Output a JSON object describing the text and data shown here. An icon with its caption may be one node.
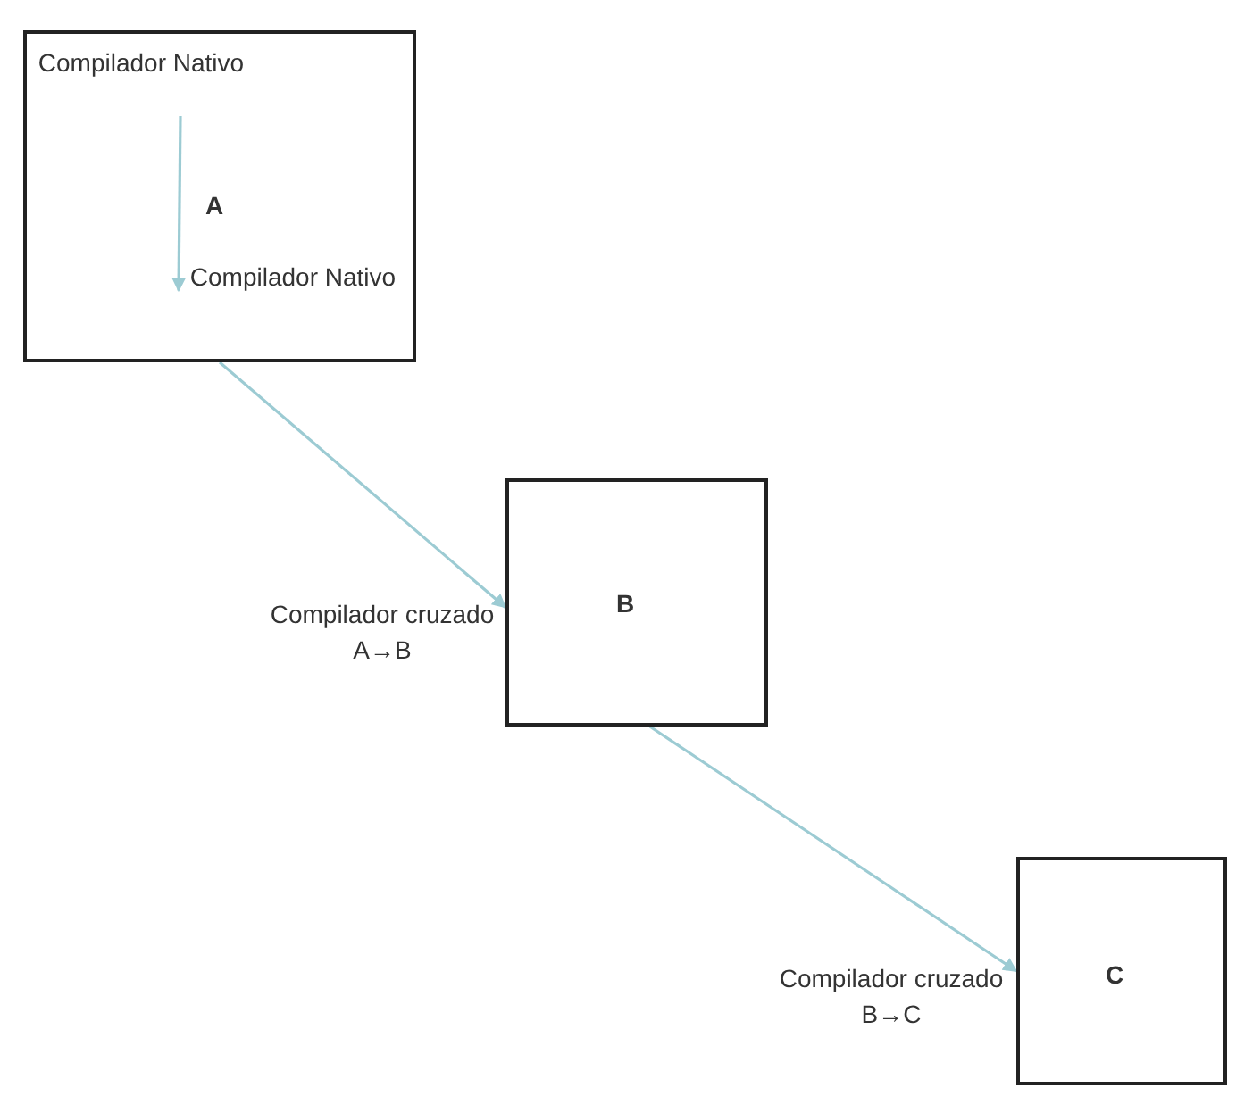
{
  "diagram": {
    "nodes": [
      {
        "text": [
          "A"
        ]
      },
      {
        "text": [
          "Compilador Nativo"
        ],
        "in": 0
      },
      {
        "text": [
          "Compilador Nativo"
        ],
        "in": 0
      },
      {
        "text": [
          "B"
        ],
        "beside": [
          "Compilador cruzado A→B"
        ]
      },
      {
        "text": [
          "C"
        ],
        "beside": [
          "Compilador cruzado B→C"
        ]
      }
    ],
    "edges": [
      {
        "from": 1,
        "to": 2,
        "arrow": "to"
      },
      {
        "from": 0,
        "to": 3,
        "arrow": "to"
      },
      {
        "from": 3,
        "to": 4,
        "arrow": "to"
      }
    ]
  }
}
